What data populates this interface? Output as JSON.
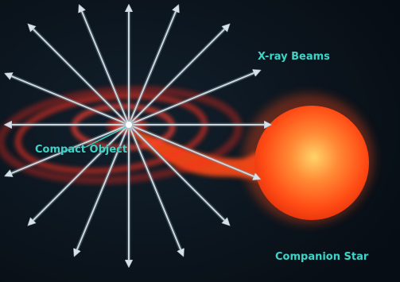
{
  "labels": {
    "xray_beams": "X-ray Beams",
    "compact_object": "Compact Object",
    "companion_star": "Companion Star"
  },
  "colors": {
    "background": "#0b1520",
    "label_text": "#3fd3c6",
    "star": "#ff4a14",
    "star_core": "#ffd36a",
    "disk": "#ff2a1c",
    "beam": "#c9d7df"
  },
  "beam_count": 16
}
